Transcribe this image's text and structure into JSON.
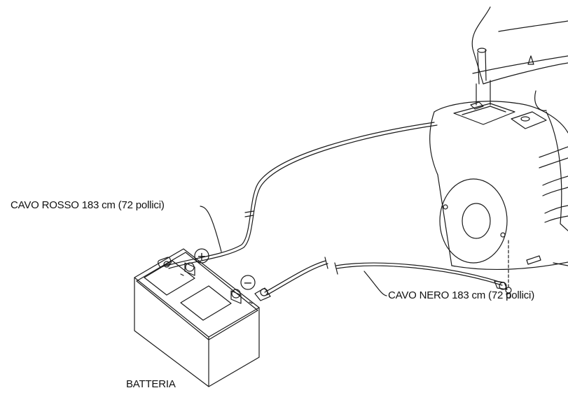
{
  "labels": {
    "red_cable": "CAVO ROSSO 183 cm (72 pollici)",
    "black_cable": "CAVO NERO 183 cm (72 pollici)",
    "battery": "BATTERIA",
    "positive_symbol": "+",
    "negative_symbol": "−"
  },
  "colors": {
    "line": "#1a1a1a",
    "background": "#ffffff"
  }
}
